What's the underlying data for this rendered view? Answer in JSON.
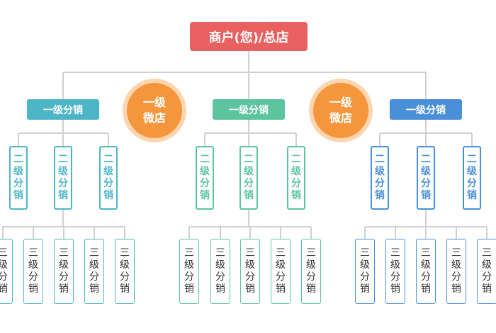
{
  "root": {
    "label": "商户(您)/总店",
    "color": "#e8605f"
  },
  "branches": [
    {
      "label": "一级分销",
      "color": "#4db6c6"
    },
    {
      "label": "一级分销",
      "color": "#5cc49e"
    },
    {
      "label": "一级分销",
      "color": "#4a90d9"
    }
  ],
  "badges": [
    {
      "label": "一级\n微店"
    },
    {
      "label": "一级\n微店"
    }
  ],
  "level2_label": "二级\n分销",
  "level3_label": "三级\n分销",
  "colors": {
    "connector": "#d0d0d0",
    "badge": "#f5953c",
    "badge_ring": "#fbd6b0"
  }
}
